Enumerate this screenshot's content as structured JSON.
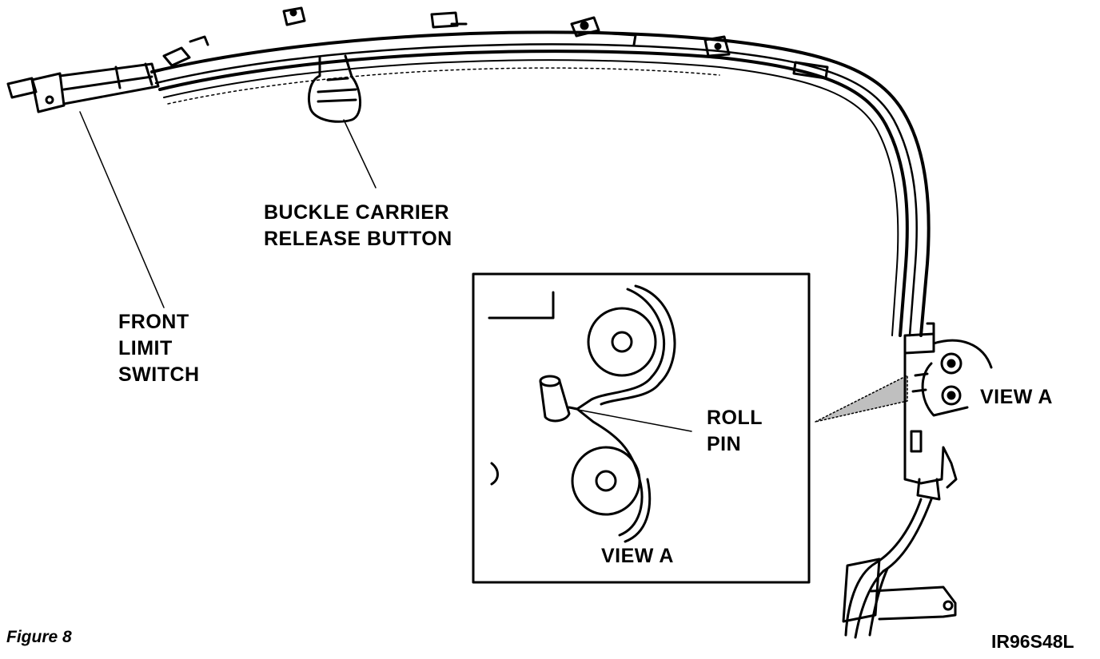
{
  "labels": {
    "buckle_carrier_line1": "BUCKLE CARRIER",
    "buckle_carrier_line2": "RELEASE BUTTON",
    "front_limit_line1": "FRONT",
    "front_limit_line2": "LIMIT",
    "front_limit_line3": "SWITCH",
    "roll_pin_line1": "ROLL",
    "roll_pin_line2": "PIN",
    "view_a_main": "VIEW A",
    "view_a_inset": "VIEW A"
  },
  "caption": "Figure 8",
  "figure_code": "IR96S48L"
}
